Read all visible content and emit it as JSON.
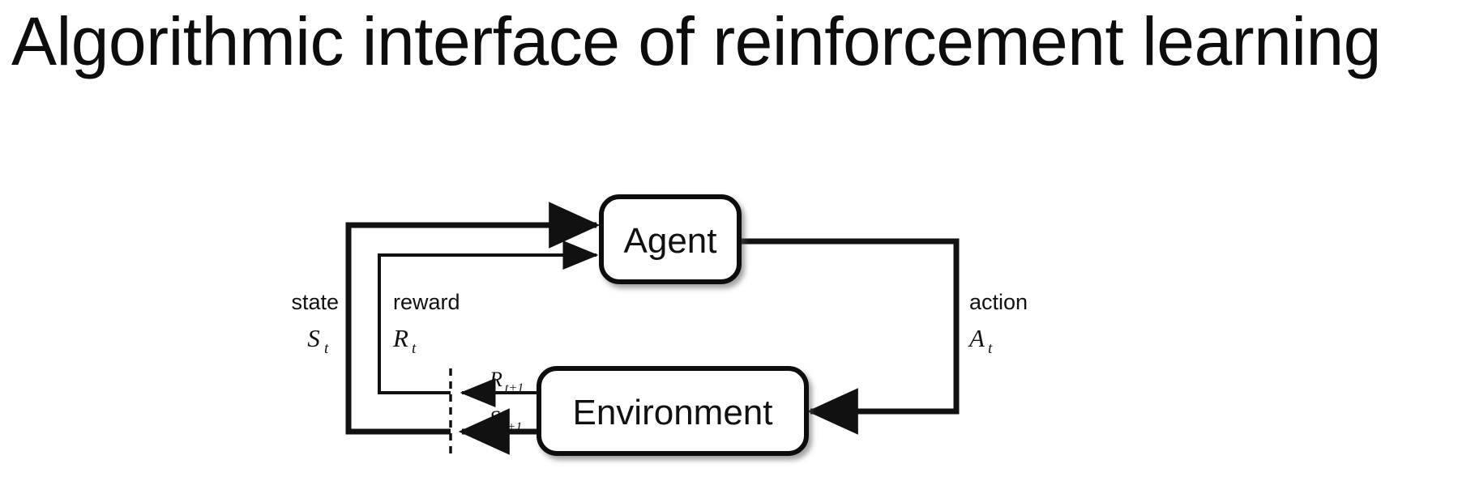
{
  "slide": {
    "title": "Algorithmic interface of reinforcement learning"
  },
  "diagram": {
    "type": "agent-environment-interaction-loop",
    "nodes": [
      {
        "id": "agent",
        "label": "Agent"
      },
      {
        "id": "environment",
        "label": "Environment"
      }
    ],
    "edges": [
      {
        "id": "state-feedback",
        "from": "environment",
        "to": "agent",
        "name": "state",
        "symbol": "S",
        "subscript": "t"
      },
      {
        "id": "reward-feedback",
        "from": "environment",
        "to": "agent",
        "name": "reward",
        "symbol": "R",
        "subscript": "t"
      },
      {
        "id": "action-forward",
        "from": "agent",
        "to": "environment",
        "name": "action",
        "symbol": "A",
        "subscript": "t"
      },
      {
        "id": "next-reward",
        "from": "environment",
        "to": "time-boundary",
        "name": "",
        "symbol": "R",
        "subscript": "t+1"
      },
      {
        "id": "next-state",
        "from": "environment",
        "to": "time-boundary",
        "name": "",
        "symbol": "S",
        "subscript": "t+1"
      }
    ],
    "labels": {
      "state": "state",
      "reward": "reward",
      "action": "action",
      "state_symbol": "S",
      "state_subscript": "t",
      "reward_symbol": "R",
      "reward_subscript": "t",
      "action_symbol": "A",
      "action_subscript": "t",
      "next_reward_symbol": "R",
      "next_reward_subscript": "t+1",
      "next_state_symbol": "S",
      "next_state_subscript": "t+1"
    },
    "colors": {
      "background": "#ffffff",
      "stroke": "#111111",
      "text": "#111111",
      "box_fill": "#ffffff",
      "title_text": "#0d0d0d"
    },
    "time_boundary": {
      "style": "dashed",
      "name": "time-step-boundary"
    }
  }
}
